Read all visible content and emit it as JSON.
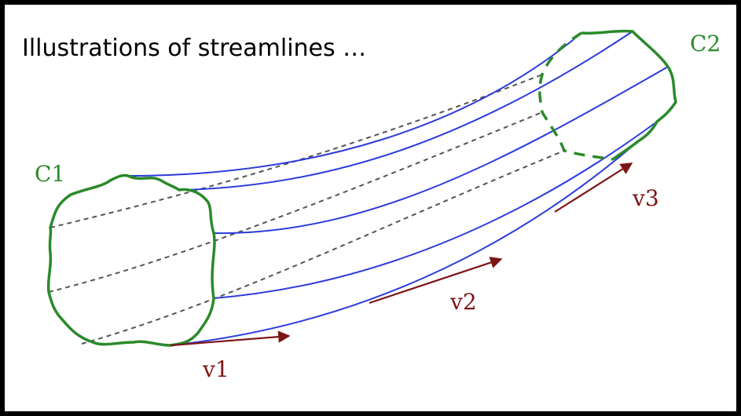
{
  "title": "Illustrations of streamlines …",
  "labels": {
    "c1": "C1",
    "c2": "C2",
    "v1": "v1",
    "v2": "v2",
    "v3": "v3"
  },
  "colors": {
    "cross_section": "#2a8a2a",
    "streamline": "#2b3bdc",
    "hidden_line": "#555555",
    "velocity_vector": "#7d1515",
    "frame": "#000000"
  }
}
